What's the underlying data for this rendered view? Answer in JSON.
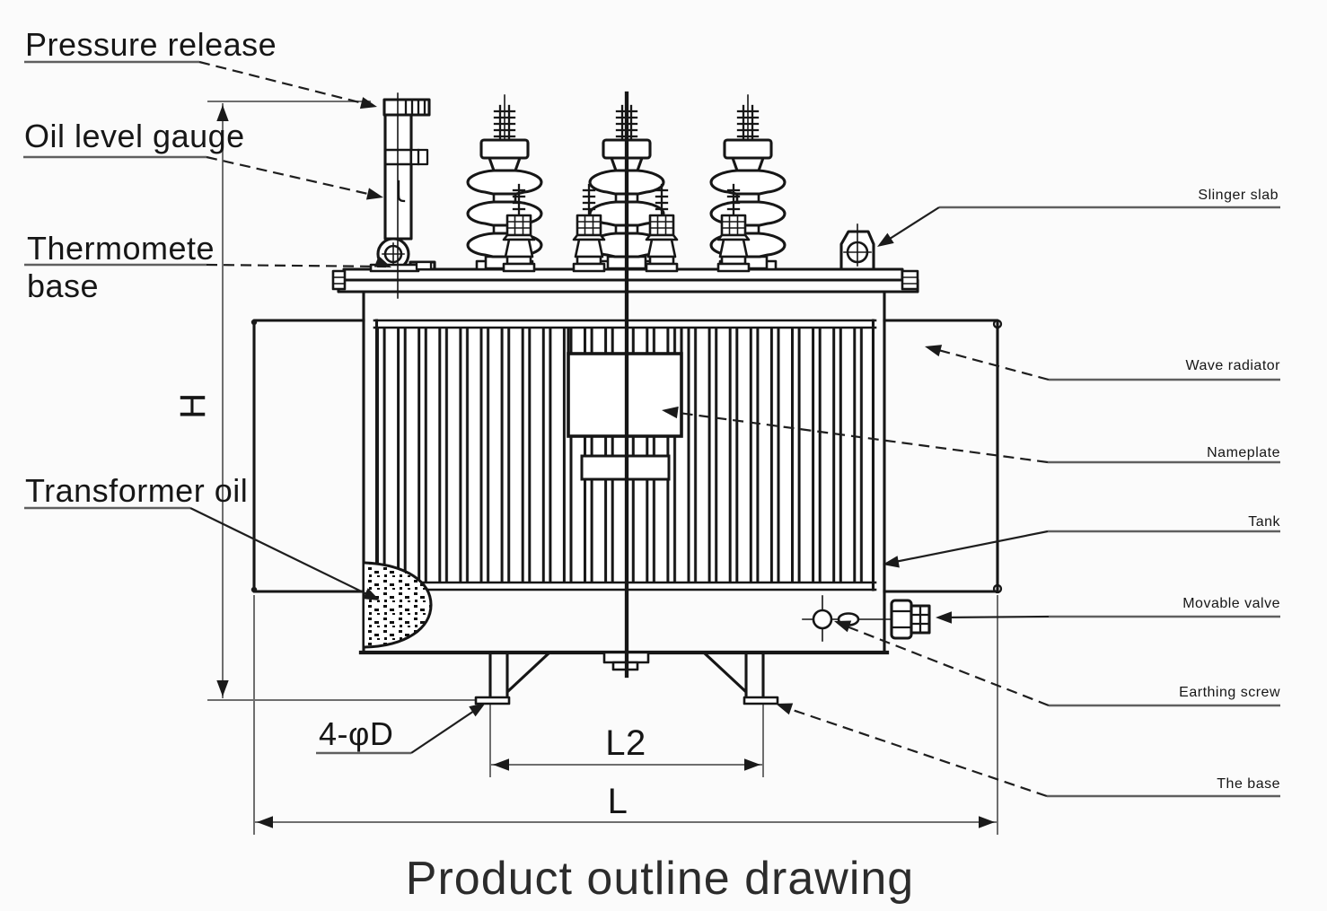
{
  "diagram": {
    "title": "Product outline drawing",
    "part_labels": {
      "pressure_release": "Pressure release",
      "oil_level_gauge": "Oil level gauge",
      "thermometer_base_line1": "Thermomete",
      "thermometer_base_line2": "base",
      "transformer_oil": "Transformer oil",
      "slinger_slab": "Slinger slab",
      "wave_radiator": "Wave radiator",
      "nameplate": "Nameplate",
      "tank": "Tank",
      "movable_valve": "Movable valve",
      "earthing_screw": "Earthing screw",
      "the_base": "The base"
    },
    "dimension_labels": {
      "height": "H",
      "mounting_holes": "4-φD",
      "foot_spacing": "L2",
      "overall_length": "L"
    },
    "colors": {
      "drawing_line": "#161616",
      "dimension_line": "#6e6e6e",
      "leader_line": "#1e1e1e",
      "background": "#fbfbfb",
      "text": "#161616"
    }
  }
}
